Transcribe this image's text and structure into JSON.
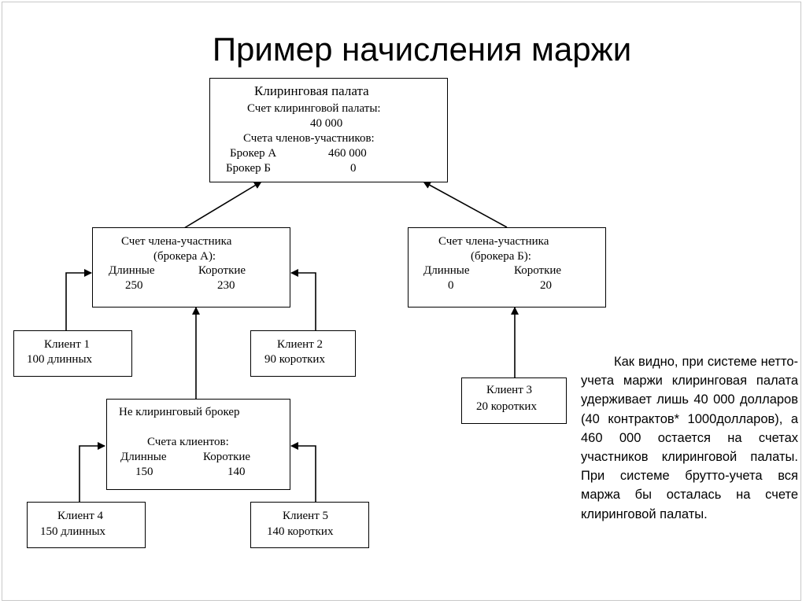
{
  "title": "Пример начисления маржи",
  "clearing_house": {
    "title": "Клиринговая палата",
    "account_label": "Счет клиринговой палаты:",
    "account_value": "40 000",
    "members_label": "Счета членов-участников:",
    "broker_a_label": "Брокер А",
    "broker_a_value": "460 000",
    "broker_b_label": "Брокер Б",
    "broker_b_value": "0"
  },
  "member_a": {
    "line1": "Счет члена-участника",
    "line2": "(брокера А):",
    "long_label": "Длинные",
    "short_label": "Короткие",
    "long_value": "250",
    "short_value": "230"
  },
  "member_b": {
    "line1": "Счет члена-участника",
    "line2": "(брокера Б):",
    "long_label": "Длинные",
    "short_label": "Короткие",
    "long_value": "0",
    "short_value": "20"
  },
  "client1": {
    "name": "Клиент 1",
    "position": "100 длинных"
  },
  "client2": {
    "name": "Клиент 2",
    "position": "90 коротких"
  },
  "client3": {
    "name": "Клиент 3",
    "position": "20 коротких"
  },
  "client4": {
    "name": "Клиент 4",
    "position": "150 длинных"
  },
  "client5": {
    "name": "Клиент 5",
    "position": "140 коротких"
  },
  "non_clearing": {
    "title": "Не клиринговый брокер",
    "accounts_label": "Счета клиентов:",
    "long_label": "Длинные",
    "short_label": "Короткие",
    "long_value": "150",
    "short_value": "140"
  },
  "note": "Как видно, при системе нетто-учета маржи клиринговая палата удерживает лишь 40 000 долларов (40 контрактов* 1000долларов), а 460 000 остается на счетах участников клиринговой палаты. При системе брутто-учета вся маржа бы осталась на счете клиринговой палаты."
}
